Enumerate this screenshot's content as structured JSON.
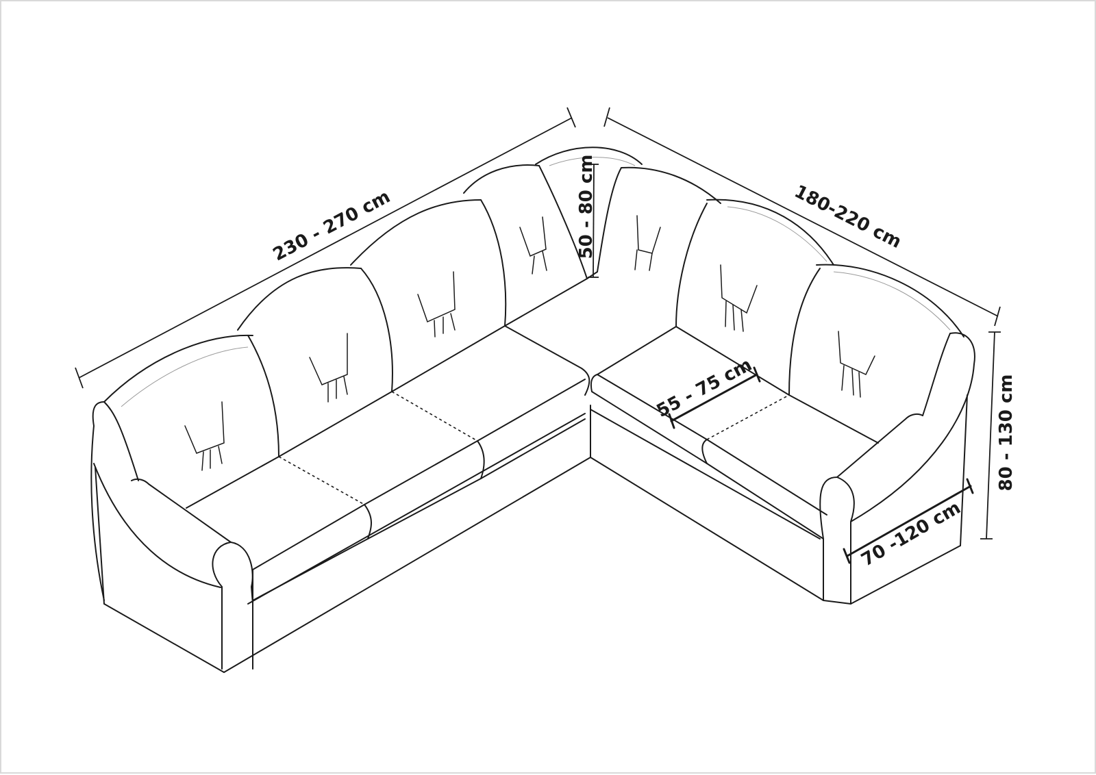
{
  "dimensions": {
    "left_length": "230 - 270 cm",
    "right_length": "180-220 cm",
    "back_height": "50 - 80 cm",
    "seat_depth": "55 - 75 cm",
    "arm_depth": "70 -120 cm",
    "total_height": "80 - 130 cm"
  },
  "colors": {
    "line": "#1a1a1a",
    "background": "#ffffff"
  }
}
